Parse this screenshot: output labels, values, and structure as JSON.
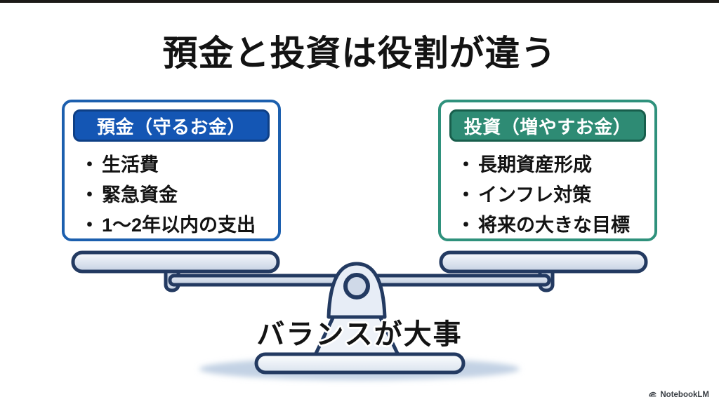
{
  "title": "預金と投資は役割が違う",
  "bullet_char": "・",
  "cards": {
    "deposit": {
      "header": "預金（守るお金）",
      "items": [
        "生活費",
        "緊急資金",
        "1〜2年以内の支出"
      ]
    },
    "investment": {
      "header": "投資（増やすお金）",
      "items": [
        "長期資産形成",
        "インフレ対策",
        "将来の大きな目標"
      ]
    }
  },
  "caption": "バランスが大事",
  "watermark": "NotebookLM",
  "colors": {
    "blue_header": "#1456b4",
    "blue_card_border": "#1c5fae",
    "blue_pill_border": "#0e3f85",
    "teal_header": "#2e8b74",
    "teal_card_border": "#2f917c",
    "teal_pill_border": "#185e4c",
    "outline_navy": "#233a61",
    "scale_fill_light": "#eef2f9",
    "scale_fill_mid": "#cdd8e8",
    "shadow_blue": "#c3d2e4",
    "text_dark": "#131313"
  }
}
